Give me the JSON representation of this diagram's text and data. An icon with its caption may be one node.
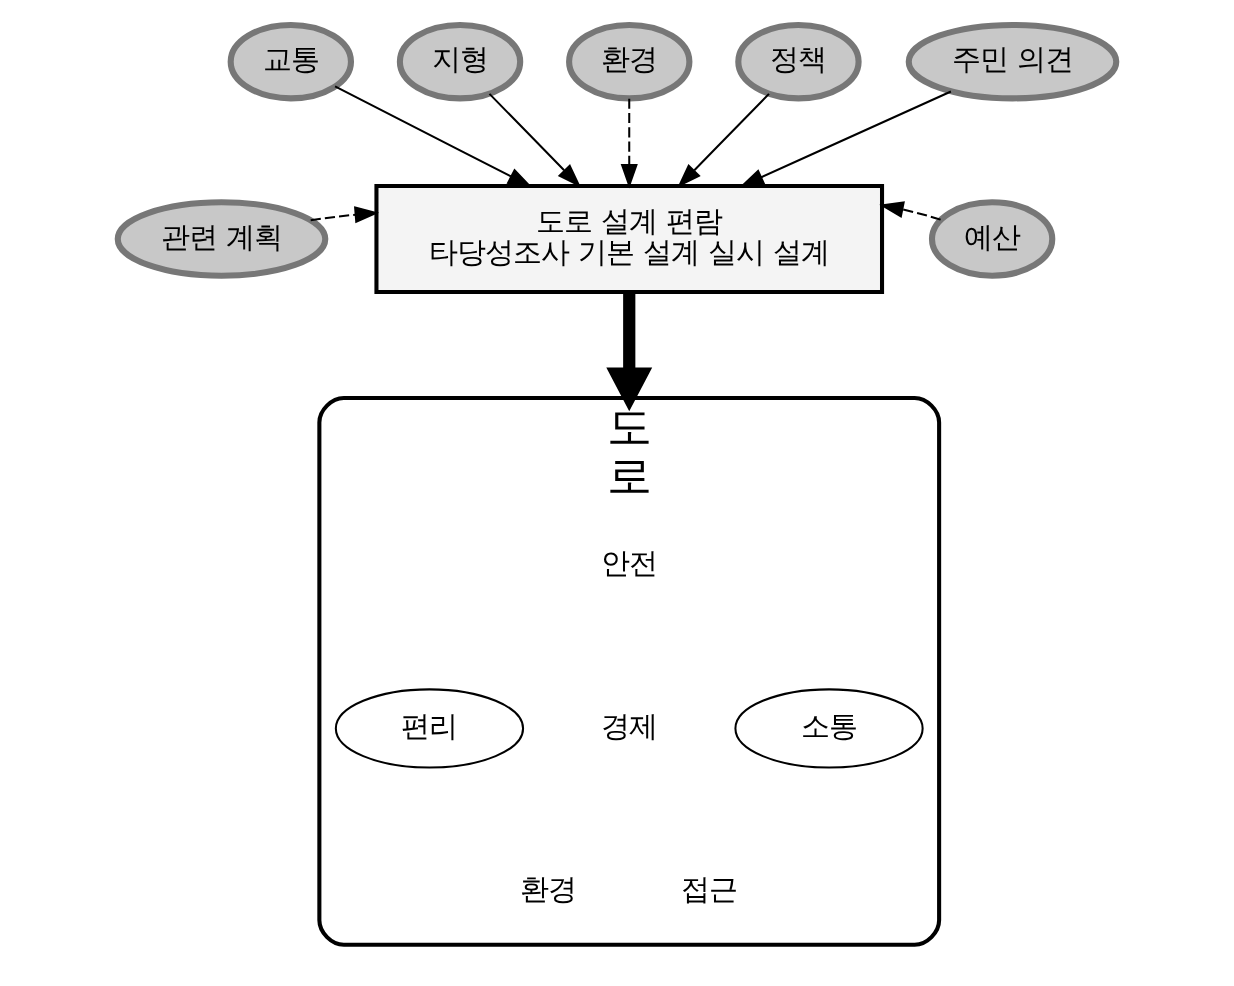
{
  "diagram": {
    "nodes": [
      {
        "text": [
          "교통"
        ]
      },
      {
        "text": [
          "지형"
        ]
      },
      {
        "text": [
          "환경"
        ]
      },
      {
        "text": [
          "정책"
        ]
      },
      {
        "text": [
          "주민 의견"
        ]
      },
      {
        "text": [
          "관련 계획"
        ]
      },
      {
        "text": [
          "예산"
        ]
      },
      {
        "text": [
          "도로 설계 편람",
          "타당성조사 기본 설계 실시 설계"
        ]
      },
      {
        "text": [
          "도",
          "로"
        ]
      },
      {
        "text": [
          "편리"
        ],
        "in": 8
      },
      {
        "text": [
          "소통"
        ],
        "in": 8
      }
    ],
    "edges": [
      {
        "from": 0,
        "to": 7,
        "arrow": "to"
      },
      {
        "from": 1,
        "to": 7,
        "arrow": "to"
      },
      {
        "from": 2,
        "to": 7,
        "arrow": "to",
        "style": "dashed"
      },
      {
        "from": 3,
        "to": 7,
        "arrow": "to"
      },
      {
        "from": 4,
        "to": 7,
        "arrow": "to"
      },
      {
        "from": 5,
        "to": 7,
        "arrow": "to",
        "style": "dashed"
      },
      {
        "from": 6,
        "to": 7,
        "arrow": "to",
        "style": "dashed"
      },
      {
        "from": 7,
        "to": 8,
        "arrow": "to",
        "style": "thick"
      }
    ],
    "labels": [
      "안전",
      "경제",
      "환경",
      "접근"
    ]
  }
}
